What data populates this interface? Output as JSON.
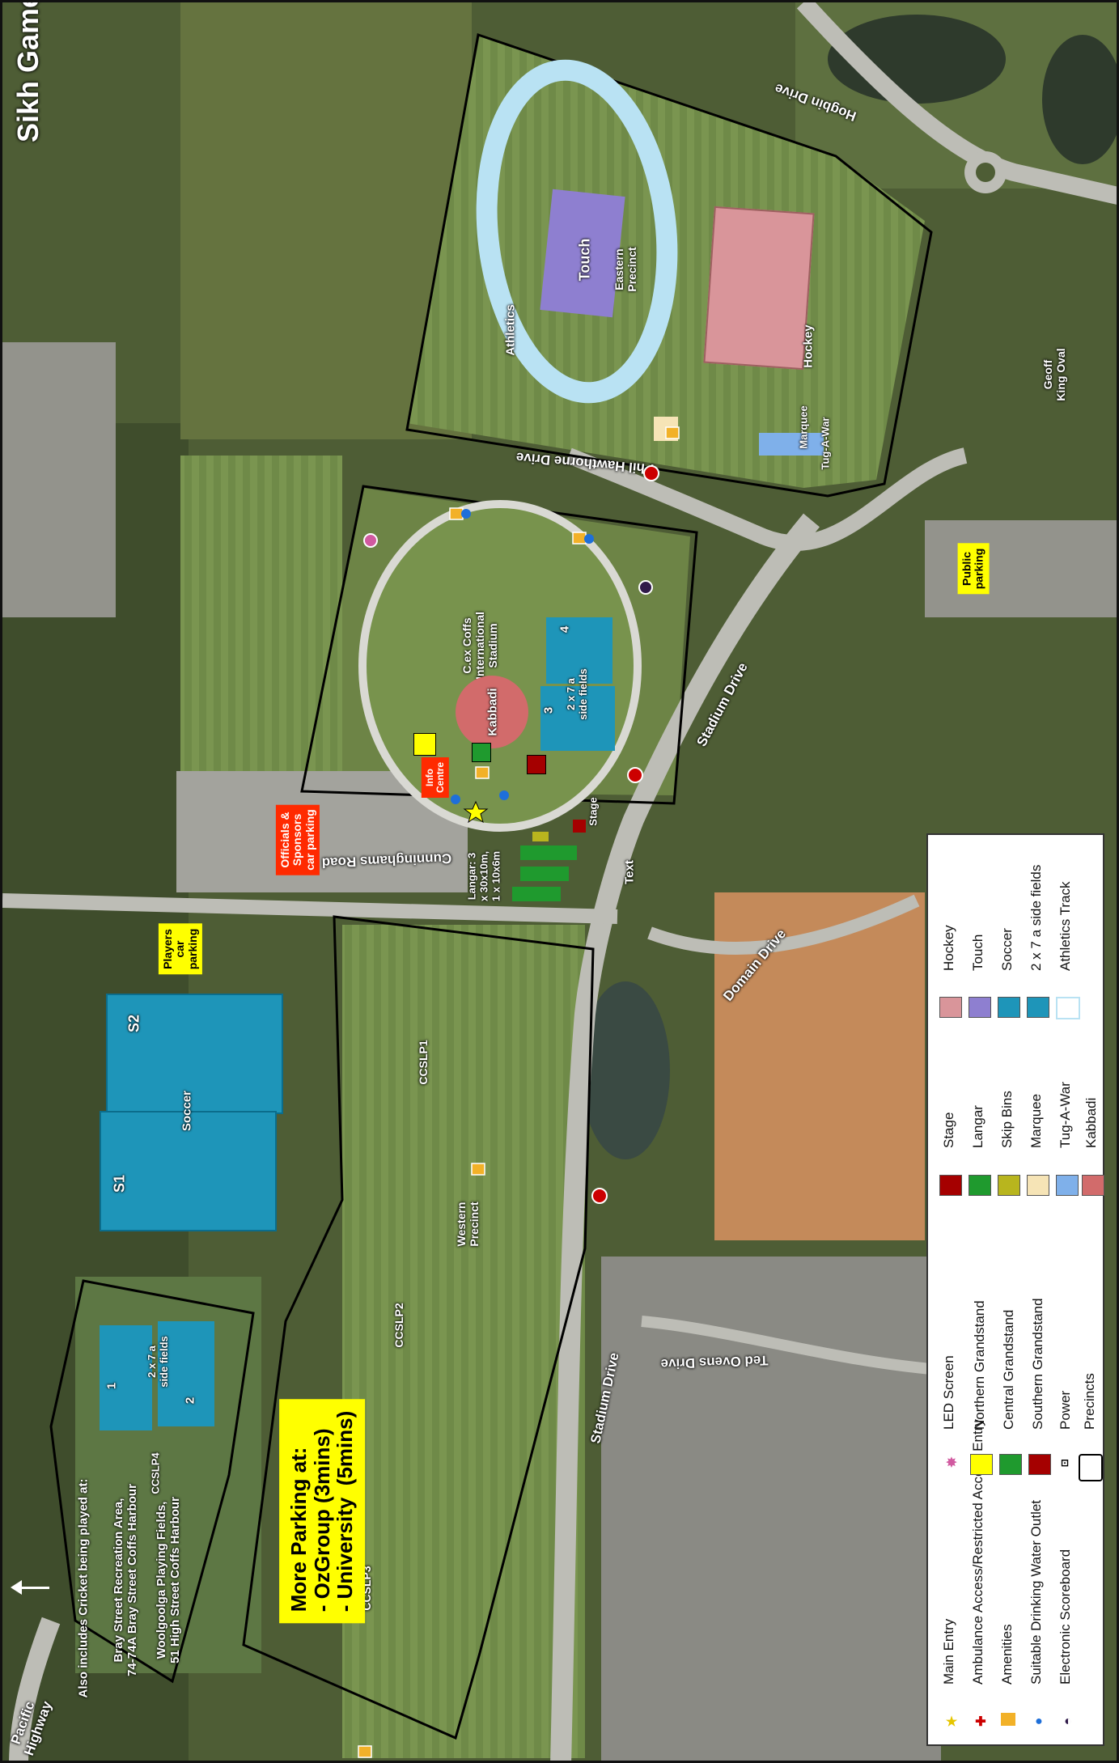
{
  "title": "Sikh Games",
  "colors": {
    "hockey": "#d9959a",
    "touch": "#8e7fd0",
    "soccer": "#1e95b9",
    "side_fields": "#1e95b9",
    "athletics": "#b9e2f3",
    "stage": "#a50000",
    "langar": "#1f9a2e",
    "skip_bins": "#b8b51e",
    "marquee": "#f6e4b6",
    "tug_a_war": "#7fb0ea",
    "kabbadi": "#d26b6b"
  },
  "roads": {
    "hogbin": "Hogbin Drive",
    "phil_hawthorne": "Phil Hawthorne Drive",
    "stadium_drive_1": "Stadium Drive",
    "stadium_drive_2": "Stadium Drive",
    "cunninghams": "Cunninghams Road",
    "domain": "Domain Drive",
    "ted_ovens": "Ted Ovens Drive",
    "pacific": "Pacific\nHighway"
  },
  "eastern": {
    "touch": "Touch",
    "precinct": "Eastern\nPrecinct",
    "athletics": "Athletics",
    "hockey": "Hockey",
    "marquee": "Marquee",
    "tug": "Tug-A-War",
    "geoff": "Geoff\nKing Oval"
  },
  "stadium": {
    "name": "C.ex Coffs\nInternational\nStadium",
    "kabbadi": "Kabbadi",
    "field3": "3",
    "field4": "4",
    "side_fields": "2 x 7 a\nside fields",
    "info": "Info\nCentre",
    "stage": "Stage",
    "langar": "Langar: 3\nx 30x10m,\n1 x 10x6m",
    "text": "Text"
  },
  "badges": {
    "public_parking": "Public\nparking",
    "officials": "Officials &\nSponsors\ncar parking",
    "players": "Players\ncar\nparking"
  },
  "western": {
    "ccslp1": "CCSLP1",
    "ccslp2": "CCSLP2",
    "ccslp3": "CCSLP3",
    "ccslp4": "CCSLP4",
    "precinct": "Western\nPrecinct",
    "s1": "S1",
    "s2": "S2",
    "soccer": "Soccer",
    "side1": "1",
    "side2": "2",
    "side_fields": "2 x 7 a\nside fields"
  },
  "parking_note": "More Parking at:\n- OzGroup (3mins)\n- University  (5mins)",
  "cricket_note": {
    "line1": "Also includes Cricket being played at:",
    "line2": "Bray Street Recreation Area,\n74-74A Bray Street Coffs Harbour",
    "line3": "Woolgoolga Playing Fields,\n51 High Street Coffs Harbour"
  },
  "legend": {
    "col1": [
      {
        "icon": "star-icon",
        "label": "Main Entry"
      },
      {
        "icon": "ambulance-cross-icon",
        "label": "Ambulance Access/Restricted Access Entry"
      },
      {
        "icon": "amenities-icon",
        "label": "Amenities"
      },
      {
        "icon": "water-drop-icon",
        "label": "Suitable Drinking Water Outlet"
      },
      {
        "icon": "scoreboard-icon",
        "label": "Electronic Scoreboard"
      }
    ],
    "col2": [
      {
        "icon": "led-screen-icon",
        "label": "LED Screen"
      },
      {
        "icon": "northern-grandstand-icon",
        "label": "Northern Grandstand"
      },
      {
        "icon": "central-grandstand-icon",
        "label": "Central Grandstand"
      },
      {
        "icon": "southern-grandstand-icon",
        "label": "Southern Grandstand"
      },
      {
        "icon": "power-icon",
        "label": "Power"
      },
      {
        "icon": "precinct-box-icon",
        "label": "Precincts"
      }
    ],
    "col3": [
      {
        "color": "#a50000",
        "label": "Stage"
      },
      {
        "color": "#1f9a2e",
        "label": "Langar"
      },
      {
        "color": "#b8b51e",
        "label": "Skip Bins"
      },
      {
        "color": "#f6e4b6",
        "label": "Marquee"
      },
      {
        "color": "#7fb0ea",
        "label": "Tug-A-War"
      },
      {
        "color": "#d26b6b",
        "label": "Kabbadi"
      }
    ],
    "col4": [
      {
        "color": "#d9959a",
        "label": "Hockey"
      },
      {
        "color": "#8e7fd0",
        "label": "Touch"
      },
      {
        "color": "#1e95b9",
        "label": "Soccer"
      },
      {
        "color": "#1e95b9",
        "label": "2 x 7 a side fields"
      },
      {
        "color": "#ffffff",
        "label": "Athletics Track"
      }
    ]
  }
}
